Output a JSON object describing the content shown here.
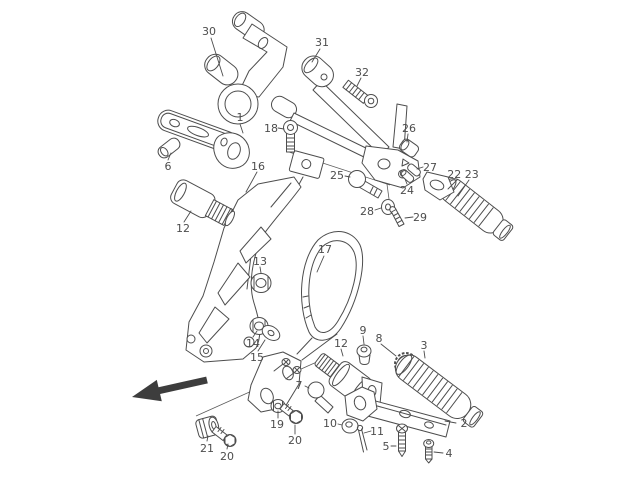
{
  "diagram": {
    "background_color": "#ffffff",
    "line_color": "#4d4d4d",
    "label_color": "#4d4d4d",
    "arrow_color": "#3d3d3d",
    "direction_arrow": "solid-arrow-pointing-lower-left",
    "callouts": [
      {
        "label": "30"
      },
      {
        "label": "31"
      },
      {
        "label": "32"
      },
      {
        "label": "18"
      },
      {
        "label": "1"
      },
      {
        "label": "6"
      },
      {
        "label": "26"
      },
      {
        "label": "27"
      },
      {
        "label": "22 23"
      },
      {
        "label": "16"
      },
      {
        "label": "25"
      },
      {
        "label": "24"
      },
      {
        "label": "12"
      },
      {
        "label": "28"
      },
      {
        "label": "29"
      },
      {
        "label": "13"
      },
      {
        "label": "17"
      },
      {
        "label": "14"
      },
      {
        "label": "15"
      },
      {
        "label": "9"
      },
      {
        "label": "8"
      },
      {
        "label": "3"
      },
      {
        "label": "12"
      },
      {
        "label": "7"
      },
      {
        "label": "10"
      },
      {
        "label": "11"
      },
      {
        "label": "2"
      },
      {
        "label": "19"
      },
      {
        "label": "20"
      },
      {
        "label": "5"
      },
      {
        "label": "4"
      },
      {
        "label": "21"
      },
      {
        "label": "20"
      }
    ]
  }
}
